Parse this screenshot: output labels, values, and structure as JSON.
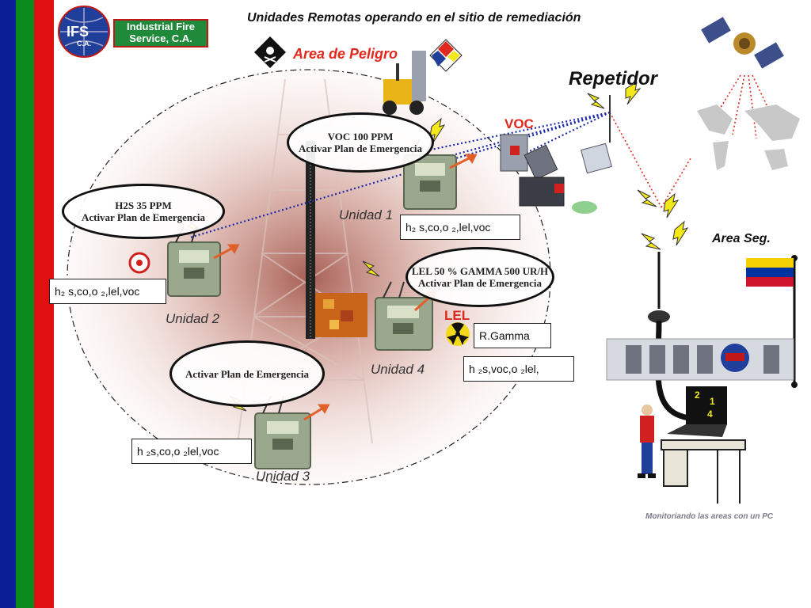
{
  "logo": {
    "mark": "IFS",
    "sub": "C.A.",
    "line1": "Industrial Fire",
    "line2": "Service, C.A."
  },
  "title": "Unidades Remotas  operando en el sitio de remediación",
  "danger_area": "Area de Peligro",
  "repeater": "Repetidor",
  "voc_label": "VOC",
  "lel_label": "LEL",
  "safe_area": "Area Seg.",
  "footer_caption": "Monitoriando las areas con un PC",
  "units": [
    {
      "name": "Unidad 1",
      "gases": "h₂ s,co,o ₂,lel,voc",
      "alert": "VOC 100 PPM",
      "action": "Activar Plan de Emergencia"
    },
    {
      "name": "Unidad 2",
      "gases": "h₂ s,co,o ₂,lel,voc",
      "alert": "H2S 35 PPM",
      "action": "Activar Plan de Emergencia"
    },
    {
      "name": "Unidad 3",
      "gases": "h ₂s,co,o ₂lel,voc",
      "alert": "",
      "action": "Activar Plan de Emergencia"
    },
    {
      "name": "Unidad 4",
      "gases": "h ₂s,voc,o ₂lel,",
      "alert": "LEL 50 % GAMMA 500 UR/H",
      "action": "Activar Plan de Emergencia"
    }
  ],
  "gamma_box": "R.Gamma",
  "laptop_numbers": [
    "2",
    "1",
    "4"
  ],
  "colors": {
    "stripe_blue": "#0a1e96",
    "stripe_green": "#0b8a1e",
    "stripe_red": "#e01010",
    "alert_red": "#e0281c"
  },
  "icons": [
    "skull-diamond-icon",
    "nfpa-diamond-icon",
    "satellite-icon",
    "world-map-icon",
    "forklift-icon",
    "barrel-icon",
    "biohazard-icon",
    "radiation-icon",
    "flag-icon",
    "worker-icon",
    "laptop-icon",
    "antenna-icon",
    "lightning-icon"
  ]
}
